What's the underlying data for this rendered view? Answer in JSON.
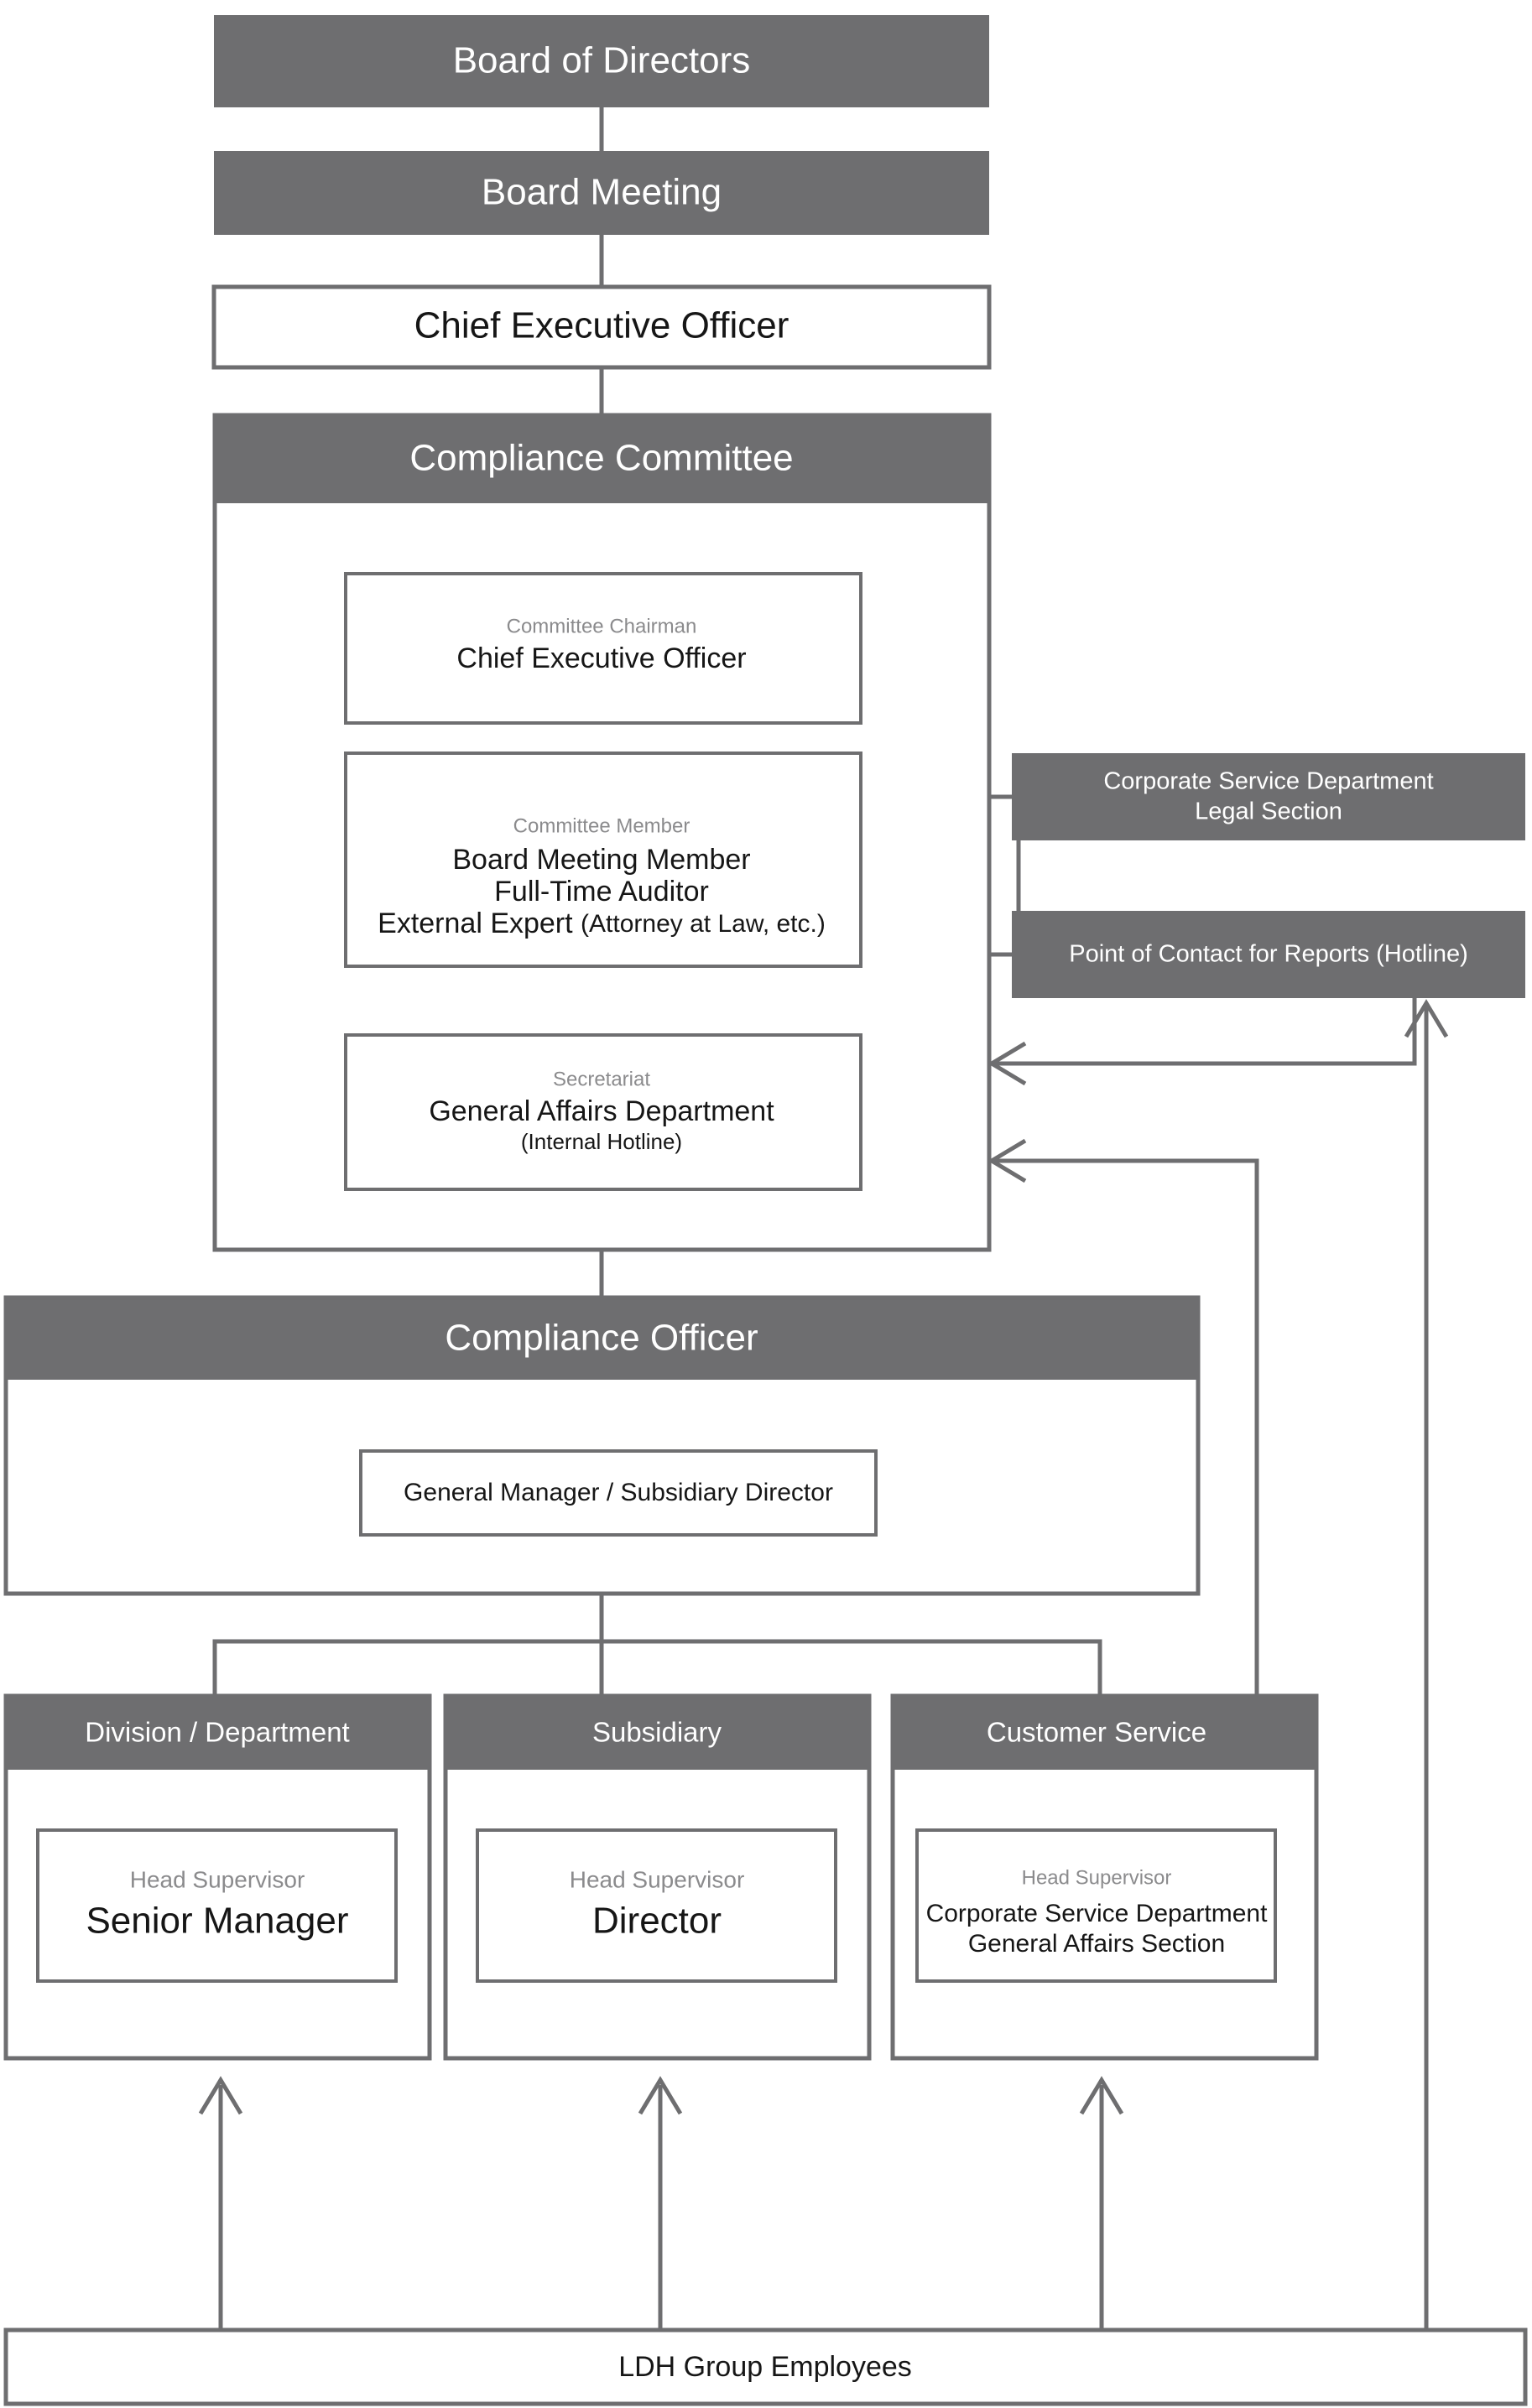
{
  "chart_data": {
    "type": "diagram",
    "title": "LDH Group Compliance Organization Chart",
    "orientation": "top-down hierarchy with feedback report arrows",
    "nodes": [
      {
        "id": "board-of-directors",
        "label": "Board of Directors",
        "style": "filled"
      },
      {
        "id": "board-meeting",
        "label": "Board Meeting",
        "style": "filled"
      },
      {
        "id": "chief-executive-officer",
        "label": "Chief Executive Officer",
        "style": "outlined"
      },
      {
        "id": "compliance-committee",
        "label": "Compliance Committee",
        "style": "filled-header-container"
      },
      {
        "id": "committee-chairman",
        "label": "Chief Executive Officer",
        "role": "Committee Chairman",
        "style": "outlined"
      },
      {
        "id": "committee-member",
        "label": "Board Meeting Member / Full-Time Auditor / External Expert",
        "role": "Committee Member",
        "style": "outlined"
      },
      {
        "id": "secretariat",
        "label": "General Affairs Department (Internal Hotline)",
        "role": "Secretariat",
        "style": "outlined"
      },
      {
        "id": "legal-section",
        "label": "Corporate Service Department Legal Section",
        "style": "filled"
      },
      {
        "id": "hotline",
        "label": "Point of Contact for Reports (Hotline)",
        "style": "filled"
      },
      {
        "id": "compliance-officer",
        "label": "Compliance Officer",
        "style": "filled-header-container"
      },
      {
        "id": "general-manager",
        "label": "General Manager / Subsidiary Director",
        "style": "outlined"
      },
      {
        "id": "division-department",
        "label": "Division / Department",
        "style": "filled-header-container"
      },
      {
        "id": "subsidiary",
        "label": "Subsidiary",
        "style": "filled-header-container"
      },
      {
        "id": "customer-service",
        "label": "Customer Service",
        "style": "filled-header-container"
      },
      {
        "id": "senior-manager",
        "label": "Senior Manager",
        "role": "Head Supervisor",
        "style": "outlined"
      },
      {
        "id": "director",
        "label": "Director",
        "role": "Head Supervisor",
        "style": "outlined"
      },
      {
        "id": "general-affairs-section",
        "label": "Corporate Service Department General Affairs Section",
        "role": "Head Supervisor",
        "style": "outlined"
      },
      {
        "id": "ldh-group-employees",
        "label": "LDH Group Employees",
        "style": "outlined"
      }
    ],
    "edges": [
      {
        "from": "board-of-directors",
        "to": "board-meeting",
        "type": "line"
      },
      {
        "from": "board-meeting",
        "to": "chief-executive-officer",
        "type": "line"
      },
      {
        "from": "chief-executive-officer",
        "to": "compliance-committee",
        "type": "line"
      },
      {
        "from": "compliance-committee",
        "to": "legal-section",
        "type": "line"
      },
      {
        "from": "compliance-committee",
        "to": "hotline",
        "type": "line"
      },
      {
        "from": "compliance-committee",
        "to": "compliance-officer",
        "type": "line"
      },
      {
        "from": "compliance-officer",
        "to": "division-department",
        "type": "line"
      },
      {
        "from": "compliance-officer",
        "to": "subsidiary",
        "type": "line"
      },
      {
        "from": "compliance-officer",
        "to": "customer-service",
        "type": "line"
      },
      {
        "from": "ldh-group-employees",
        "to": "division-department",
        "type": "arrow"
      },
      {
        "from": "ldh-group-employees",
        "to": "subsidiary",
        "type": "arrow"
      },
      {
        "from": "ldh-group-employees",
        "to": "customer-service",
        "type": "arrow"
      },
      {
        "from": "ldh-group-employees",
        "to": "hotline",
        "type": "arrow"
      },
      {
        "from": "customer-service",
        "to": "compliance-committee",
        "type": "arrow"
      },
      {
        "from": "hotline",
        "to": "compliance-committee",
        "type": "arrow"
      }
    ],
    "colors": {
      "fill": "#6e6e70",
      "stroke": "#6e6e70",
      "background": "#ffffff",
      "muted_text": "#8b8b8d",
      "dark_text": "#161616"
    }
  },
  "nodes": {
    "board_of_directors": {
      "label": "Board of Directors"
    },
    "board_meeting": {
      "label": "Board Meeting"
    },
    "chief_executive_officer": {
      "label": "Chief Executive Officer"
    },
    "compliance_committee": {
      "header": "Compliance Committee",
      "chairman": {
        "role": "Committee Chairman",
        "name": "Chief Executive Officer"
      },
      "member": {
        "role": "Committee Member",
        "line1": "Board Meeting Member",
        "line2": "Full-Time Auditor",
        "line3_main": "External Expert",
        "line3_note": "(Attorney at Law, etc.)"
      },
      "secretariat": {
        "role": "Secretariat",
        "line1": "General Affairs Department",
        "line2": "(Internal Hotline)"
      }
    },
    "legal_section": {
      "line1": "Corporate Service Department",
      "line2": "Legal Section"
    },
    "hotline": {
      "label": "Point of Contact for Reports (Hotline)"
    },
    "compliance_officer": {
      "header": "Compliance Officer",
      "inner": {
        "label": "General Manager / Subsidiary Director"
      }
    },
    "division_department": {
      "header": "Division / Department",
      "inner": {
        "role": "Head Supervisor",
        "name": "Senior Manager"
      }
    },
    "subsidiary": {
      "header": "Subsidiary",
      "inner": {
        "role": "Head Supervisor",
        "name": "Director"
      }
    },
    "customer_service": {
      "header": "Customer Service",
      "inner": {
        "role": "Head Supervisor",
        "line1": "Corporate Service Department",
        "line2": "General Affairs Section"
      }
    },
    "ldh_group_employees": {
      "label": "LDH Group Employees"
    }
  }
}
